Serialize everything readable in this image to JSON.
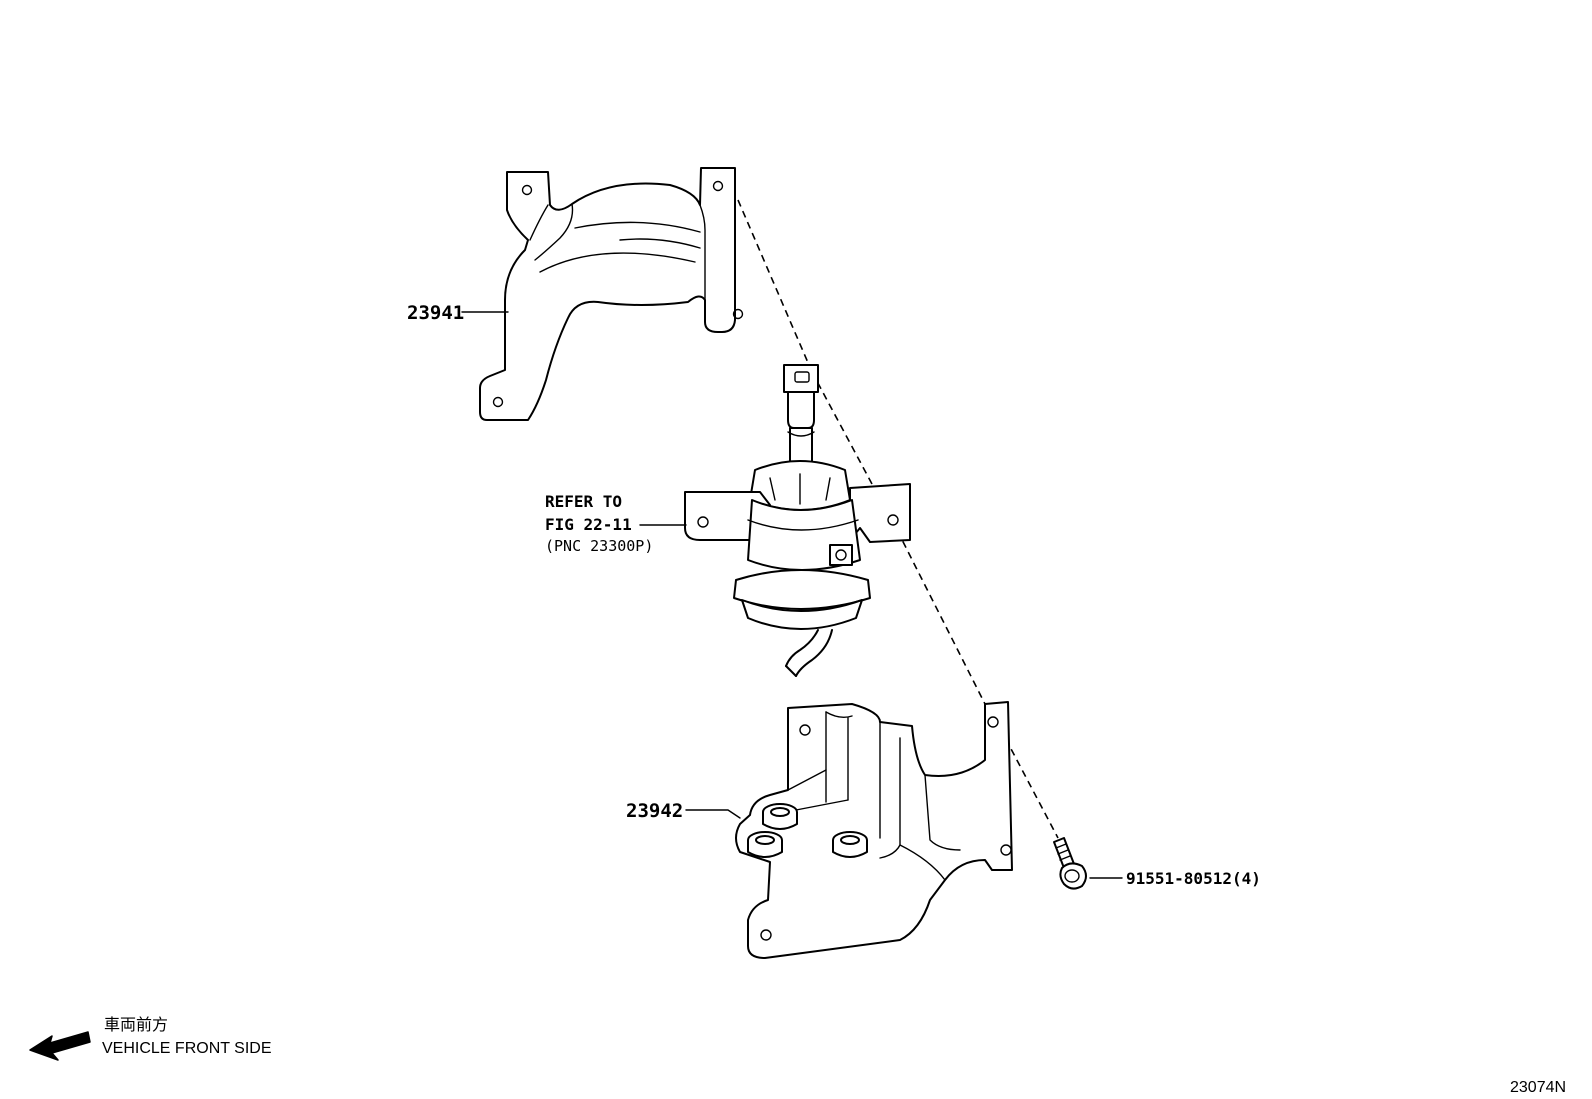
{
  "parts": {
    "upper_cover": {
      "number": "23941"
    },
    "assembly_ref": {
      "line1": "REFER TO",
      "line2": "FIG 22-11",
      "line3": "(PNC 23300P)"
    },
    "lower_bracket": {
      "number": "23942"
    },
    "bolt": {
      "number": "91551-80512(4)"
    }
  },
  "direction_note": {
    "japanese": "車両前方",
    "english": "VEHICLE FRONT SIDE"
  },
  "diagram_id": "23074N"
}
